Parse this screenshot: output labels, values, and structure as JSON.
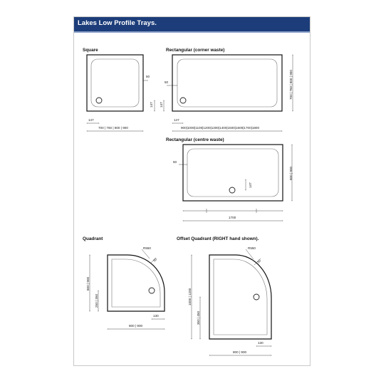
{
  "title": "Lakes Low Profile Trays.",
  "sections": {
    "square": {
      "label": "Square",
      "dim_right": "50",
      "dim_side": "147",
      "dim_bottom_left": "147",
      "dim_width": "700 | 760 | 800 | 900"
    },
    "rect_corner": {
      "label": "Rectangular (corner waste)",
      "dim_right": "700 | 760 | 800 | 900",
      "dim_inner": "50",
      "dim_side": "147",
      "dim_bottom_left": "147",
      "dim_width": "900|1000|1100|1200|1300|1400|1500|1600|1700|1800"
    },
    "rect_centre": {
      "label": "Rectangular (centre waste)",
      "dim_inner": "50",
      "dim_waste": "147",
      "dim_right": "800 | 900",
      "dim_width": "1700"
    },
    "quadrant": {
      "label": "Quadrant",
      "dim_radius": "R550",
      "dim_inner": "50",
      "dim_left": "800 | 900",
      "dim_waste_v": "250 | 350",
      "dim_waste_h": "130",
      "dim_width": "800 | 900"
    },
    "offset": {
      "label": "Offset Quadrant (RIGHT hand shown).",
      "dim_radius": "R550",
      "dim_inner": "50",
      "dim_left": "1000 | 1200",
      "dim_waste_v": "350 | 450",
      "dim_waste_h": "130",
      "dim_width": "800 | 900"
    }
  }
}
